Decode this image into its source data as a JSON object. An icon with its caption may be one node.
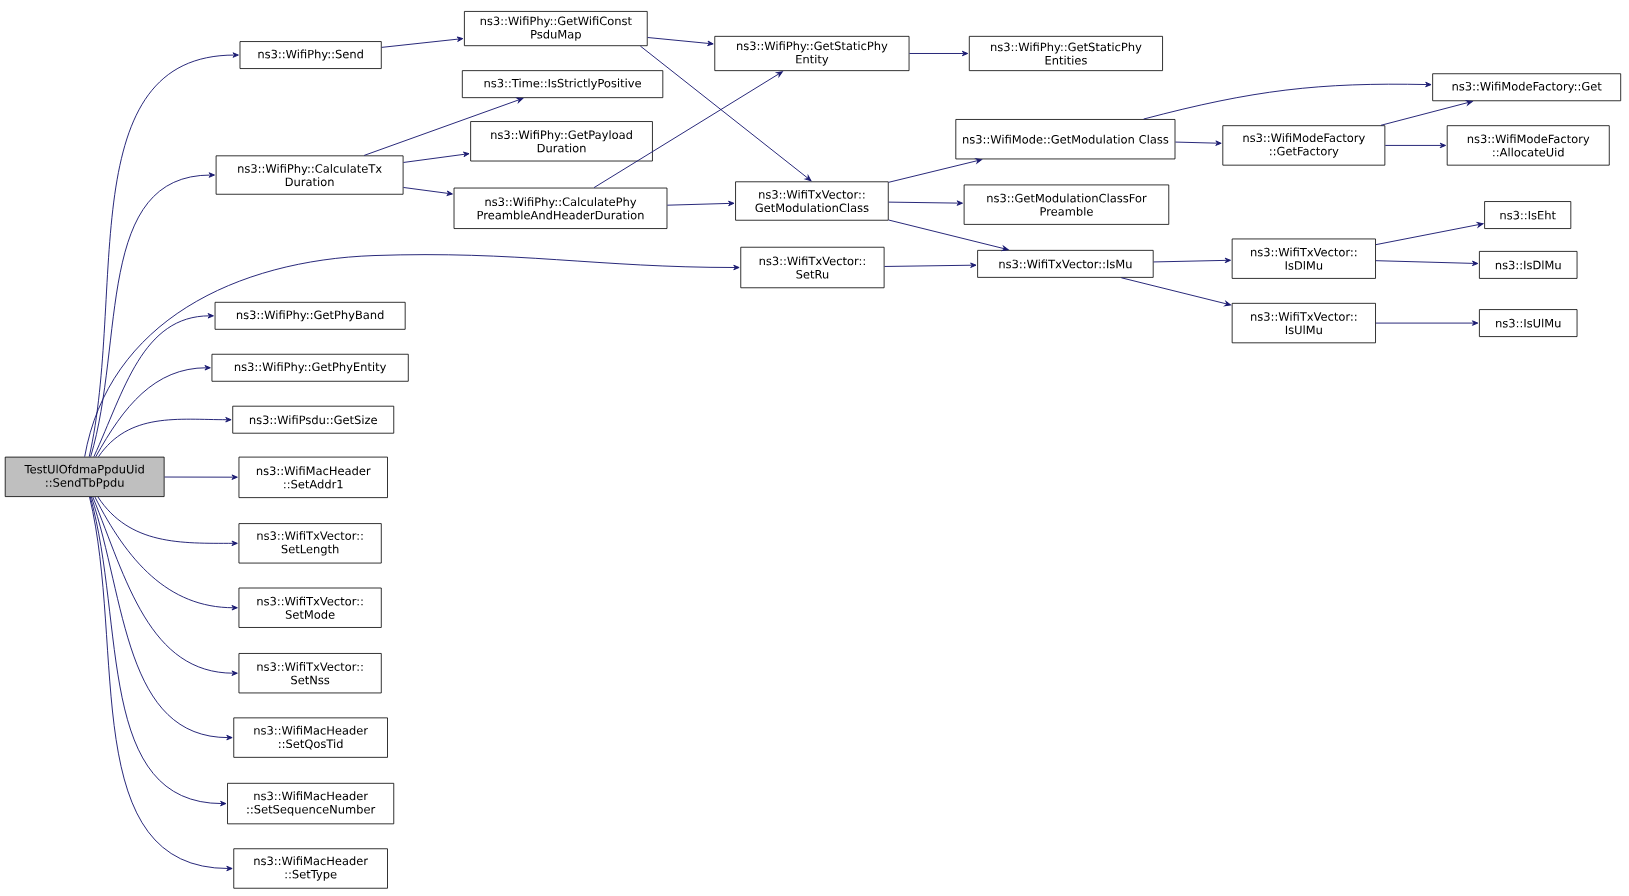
{
  "diagram": {
    "nodes": [
      {
        "text": [
          "TestUlOfdmaPpduUid ::SendTbPpdu"
        ]
      },
      {
        "text": [
          "ns3::WifiPhy::Send"
        ]
      },
      {
        "text": [
          "ns3::WifiPhy::GetWifiConst PsduMap"
        ]
      },
      {
        "text": [
          "ns3::WifiPhy::GetStaticPhy Entity"
        ]
      },
      {
        "text": [
          "ns3::WifiPhy::GetStaticPhy Entities"
        ]
      },
      {
        "text": [
          "ns3::Time::IsStrictlyPositive"
        ]
      },
      {
        "text": [
          "ns3::WifiPhy::CalculateTx Duration"
        ]
      },
      {
        "text": [
          "ns3::WifiPhy::GetPayload Duration"
        ]
      },
      {
        "text": [
          "ns3::WifiPhy::CalculatePhy PreambleAndHeaderDuration"
        ]
      },
      {
        "text": [
          "ns3::WifiTxVector:: GetModulationClass"
        ]
      },
      {
        "text": [
          "ns3::WifiMode::GetModulation Class"
        ]
      },
      {
        "text": [
          "ns3::WifiModeFactory::Get"
        ]
      },
      {
        "text": [
          "ns3::WifiModeFactory ::GetFactory"
        ]
      },
      {
        "text": [
          "ns3::WifiModeFactory ::AllocateUid"
        ]
      },
      {
        "text": [
          "ns3::GetModulationClassFor Preamble"
        ]
      },
      {
        "text": [
          "ns3::WifiTxVector:: SetRu"
        ]
      },
      {
        "text": [
          "ns3::WifiTxVector::IsMu"
        ]
      },
      {
        "text": [
          "ns3::WifiTxVector:: IsDlMu"
        ]
      },
      {
        "text": [
          "ns3::IsEht"
        ]
      },
      {
        "text": [
          "ns3::IsDlMu"
        ]
      },
      {
        "text": [
          "ns3::WifiTxVector:: IsUlMu"
        ]
      },
      {
        "text": [
          "ns3::IsUlMu"
        ]
      },
      {
        "text": [
          "ns3::WifiPhy::GetPhyBand"
        ]
      },
      {
        "text": [
          "ns3::WifiPhy::GetPhyEntity"
        ]
      },
      {
        "text": [
          "ns3::WifiPsdu::GetSize"
        ]
      },
      {
        "text": [
          "ns3::WifiMacHeader ::SetAddr1"
        ]
      },
      {
        "text": [
          "ns3::WifiTxVector:: SetLength"
        ]
      },
      {
        "text": [
          "ns3::WifiTxVector:: SetMode"
        ]
      },
      {
        "text": [
          "ns3::WifiTxVector:: SetNss"
        ]
      },
      {
        "text": [
          "ns3::WifiMacHeader ::SetQosTid"
        ]
      },
      {
        "text": [
          "ns3::WifiMacHeader ::SetSequenceNumber"
        ]
      },
      {
        "text": [
          "ns3::WifiMacHeader ::SetType"
        ]
      }
    ],
    "edges": [
      {
        "from": 0,
        "to": 1,
        "arrow": "to"
      },
      {
        "from": 0,
        "to": 6,
        "arrow": "to"
      },
      {
        "from": 0,
        "to": 15,
        "arrow": "to"
      },
      {
        "from": 0,
        "to": 22,
        "arrow": "to"
      },
      {
        "from": 0,
        "to": 23,
        "arrow": "to"
      },
      {
        "from": 0,
        "to": 24,
        "arrow": "to"
      },
      {
        "from": 0,
        "to": 25,
        "arrow": "to"
      },
      {
        "from": 0,
        "to": 26,
        "arrow": "to"
      },
      {
        "from": 0,
        "to": 27,
        "arrow": "to"
      },
      {
        "from": 0,
        "to": 28,
        "arrow": "to"
      },
      {
        "from": 0,
        "to": 29,
        "arrow": "to"
      },
      {
        "from": 0,
        "to": 30,
        "arrow": "to"
      },
      {
        "from": 0,
        "to": 31,
        "arrow": "to"
      },
      {
        "from": 1,
        "to": 2,
        "arrow": "to"
      },
      {
        "from": 2,
        "to": 3,
        "arrow": "to"
      },
      {
        "from": 2,
        "to": 9,
        "arrow": "to"
      },
      {
        "from": 3,
        "to": 4,
        "arrow": "to"
      },
      {
        "from": 6,
        "to": 5,
        "arrow": "to"
      },
      {
        "from": 6,
        "to": 7,
        "arrow": "to"
      },
      {
        "from": 6,
        "to": 8,
        "arrow": "to"
      },
      {
        "from": 8,
        "to": 3,
        "arrow": "to"
      },
      {
        "from": 8,
        "to": 9,
        "arrow": "to"
      },
      {
        "from": 9,
        "to": 10,
        "arrow": "to"
      },
      {
        "from": 9,
        "to": 14,
        "arrow": "to"
      },
      {
        "from": 9,
        "to": 16,
        "arrow": "to"
      },
      {
        "from": 10,
        "to": 11,
        "arrow": "to"
      },
      {
        "from": 10,
        "to": 12,
        "arrow": "to"
      },
      {
        "from": 12,
        "to": 11,
        "arrow": "to"
      },
      {
        "from": 12,
        "to": 13,
        "arrow": "to"
      },
      {
        "from": 15,
        "to": 16,
        "arrow": "to"
      },
      {
        "from": 16,
        "to": 17,
        "arrow": "to"
      },
      {
        "from": 16,
        "to": 20,
        "arrow": "to"
      },
      {
        "from": 17,
        "to": 18,
        "arrow": "to"
      },
      {
        "from": 17,
        "to": 19,
        "arrow": "to"
      },
      {
        "from": 20,
        "to": 21,
        "arrow": "to"
      }
    ]
  }
}
